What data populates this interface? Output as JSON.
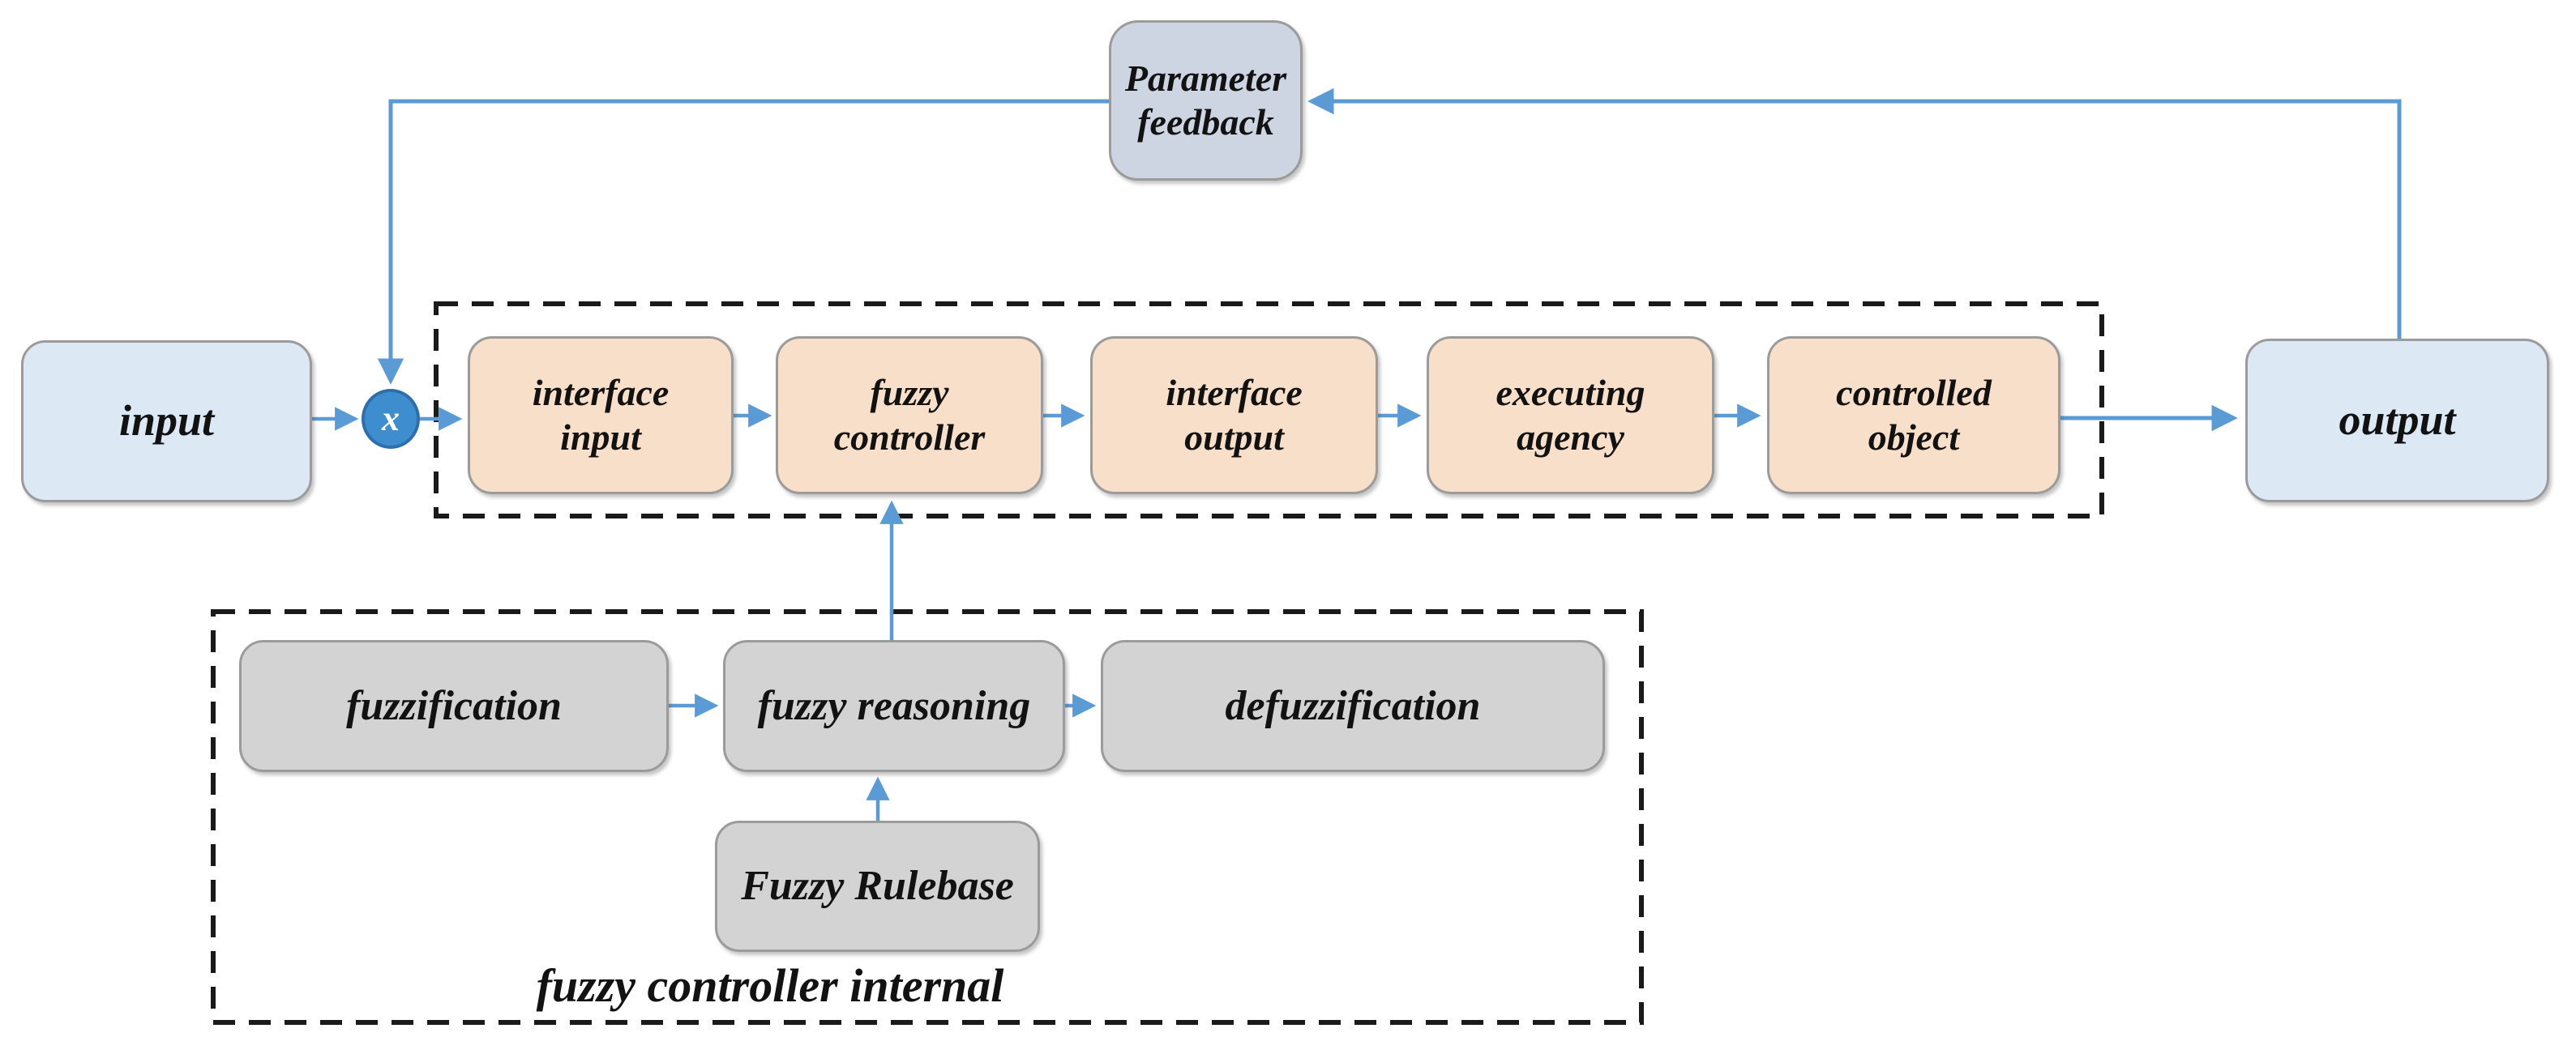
{
  "palette": {
    "line_blue": "#5b9bd5",
    "box_blue": "#dce9f5",
    "feedback_fill": "#cdd5e2",
    "peach_fill": "#f8dfc9",
    "gray_fill": "#d3d3d3",
    "border_gray": "#9b9b9b",
    "junction_fill": "#3e8ecf",
    "junction_border": "#2c6fab",
    "dashed_border": "#1a1a1a"
  },
  "nodes": {
    "input": {
      "label": "input"
    },
    "output": {
      "label": "output"
    },
    "parameter_feedback": {
      "label": "Parameter\nfeedback"
    },
    "multiply_junction": {
      "label": "x"
    },
    "control_chain": [
      {
        "label": "interface\ninput"
      },
      {
        "label": "fuzzy\ncontroller"
      },
      {
        "label": "interface\noutput"
      },
      {
        "label": "executing\nagency"
      },
      {
        "label": "controlled\nobject"
      }
    ],
    "internal_chain": [
      {
        "label": "fuzzification"
      },
      {
        "label": "fuzzy reasoning"
      },
      {
        "label": "defuzzification"
      }
    ],
    "rulebase": {
      "label": "Fuzzy Rulebase"
    },
    "internal_caption": {
      "label": "fuzzy controller internal"
    }
  },
  "edges": [
    {
      "from": "input",
      "to": "multiply-junction"
    },
    {
      "from": "parameter-feedback",
      "to": "multiply-junction"
    },
    {
      "from": "multiply-junction",
      "to": "interface-input"
    },
    {
      "from": "interface-input",
      "to": "fuzzy-controller"
    },
    {
      "from": "fuzzy-controller",
      "to": "interface-output"
    },
    {
      "from": "interface-output",
      "to": "executing-agency"
    },
    {
      "from": "executing-agency",
      "to": "controlled-object"
    },
    {
      "from": "controlled-object",
      "to": "output"
    },
    {
      "from": "output",
      "to": "parameter-feedback"
    },
    {
      "from": "fuzzy-reasoning",
      "to": "fuzzy-controller"
    },
    {
      "from": "fuzzification",
      "to": "fuzzy-reasoning"
    },
    {
      "from": "fuzzy-reasoning",
      "to": "defuzzification"
    },
    {
      "from": "fuzzy-rulebase",
      "to": "fuzzy-reasoning"
    }
  ]
}
